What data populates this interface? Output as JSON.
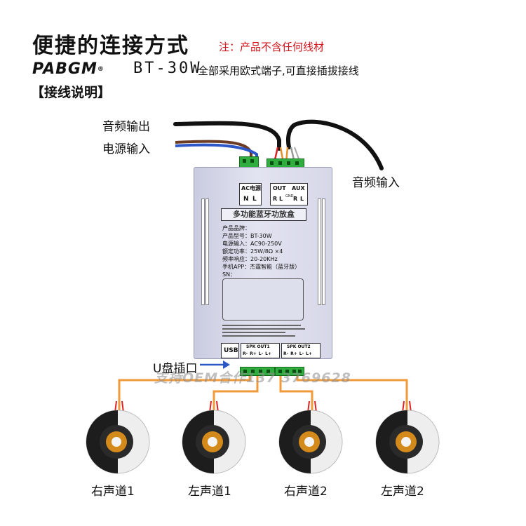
{
  "header": {
    "title": "便捷的连接方式",
    "note": "注：产品不含任何线材",
    "brand": "PABGM",
    "brand_mark": "®",
    "model": "BT-30W",
    "tagline": "全部采用欧式端子,可直接插拔接线",
    "section": "【接线说明】"
  },
  "labels": {
    "audio_out": "音频输出",
    "power_in": "电源输入",
    "audio_in": "音频输入",
    "usb_port": "U盘插口"
  },
  "watermark": "支持OEM合作137 3769628",
  "device": {
    "ac_label": "AC电源",
    "ac_pins": [
      "N",
      "L"
    ],
    "out_label": "OUT",
    "aux_label": "AUX",
    "out_pins": [
      "R",
      "L"
    ],
    "aux_pins": [
      "R",
      "L"
    ],
    "gnd": "GND",
    "product_title": "多功能蓝牙功放盒",
    "specs": [
      {
        "k": "产品品牌：",
        "v": ""
      },
      {
        "k": "产品型号：",
        "v": "BT-30W"
      },
      {
        "k": "电源输入：",
        "v": "AC90-250V"
      },
      {
        "k": "额定功率：",
        "v": "25W/8Ω ×4"
      },
      {
        "k": "频率响应：",
        "v": "20-20KHz"
      },
      {
        "k": "手机APP：",
        "v": "杰霆智能（蓝牙版）"
      },
      {
        "k": "SN：",
        "v": ""
      }
    ],
    "usb": "USB",
    "spk1": "SPK OUT1",
    "spk2": "SPK OUT2",
    "spk_pins": [
      "R-",
      "R+",
      "L-",
      "L+"
    ]
  },
  "speakers": [
    "右声道1",
    "左声道1",
    "右声道2",
    "左声道2"
  ]
}
